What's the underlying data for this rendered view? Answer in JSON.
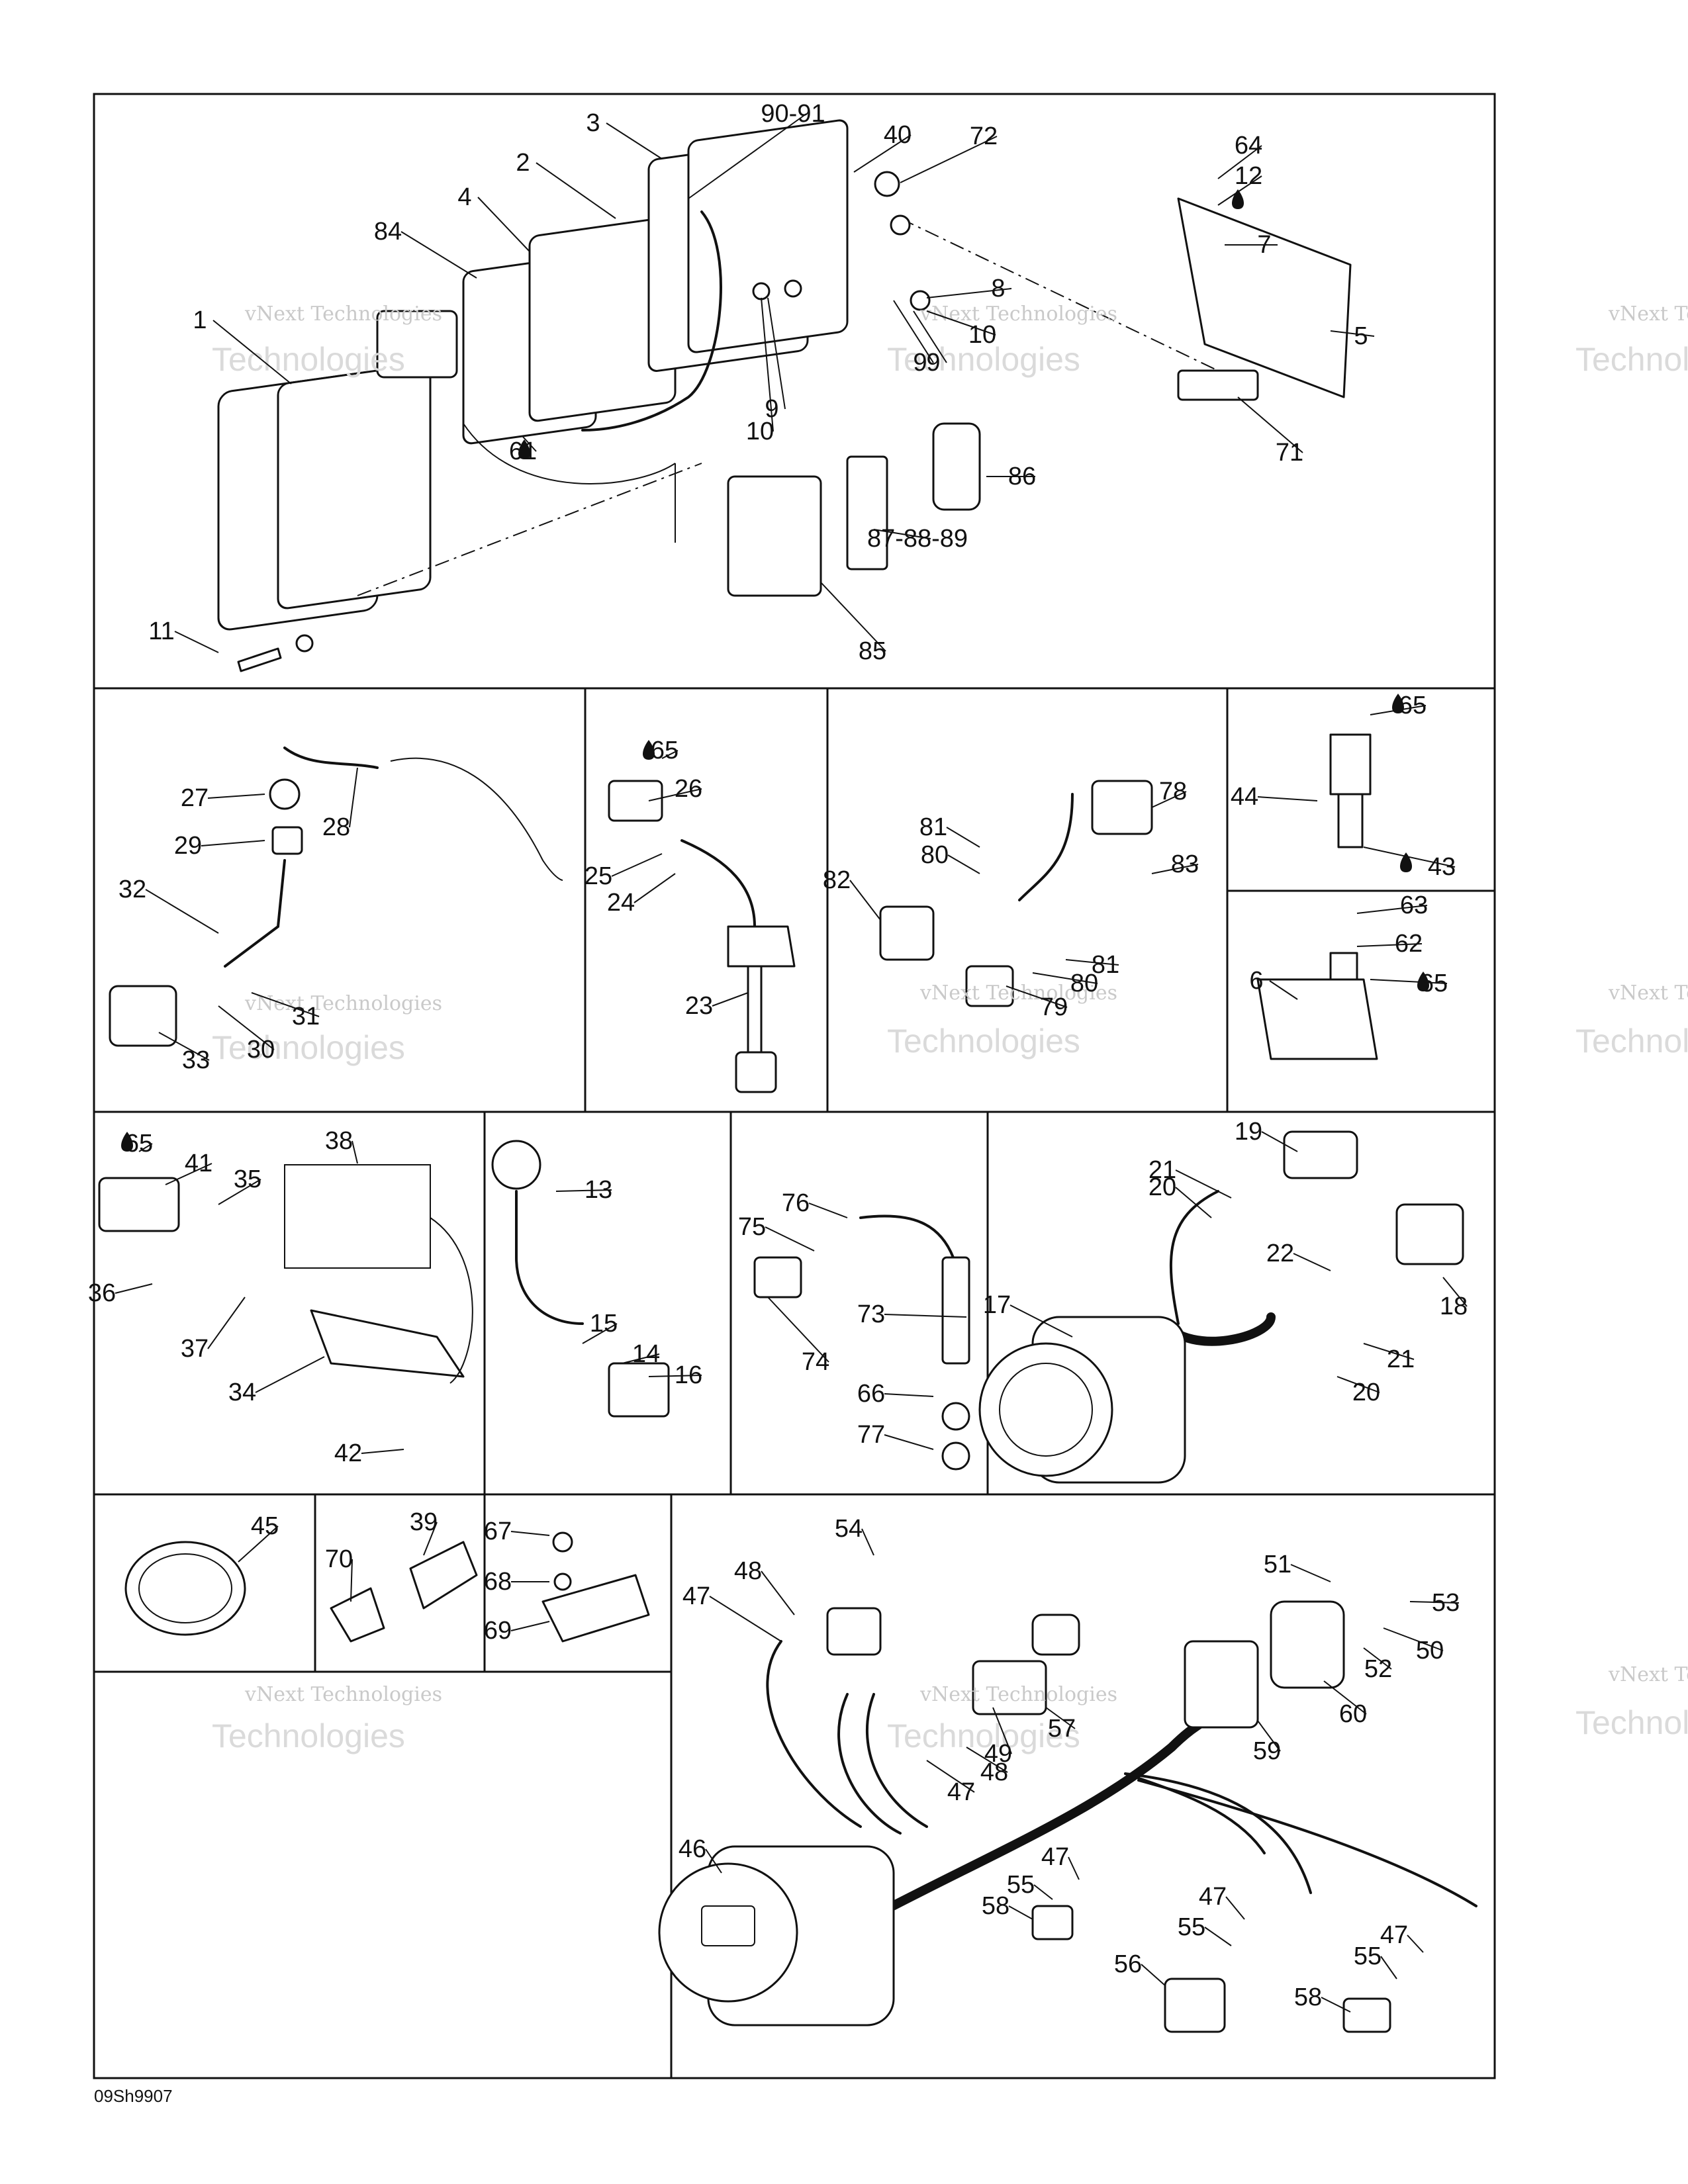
{
  "callouts": [
    "90-91",
    "40",
    "72",
    "3",
    "2",
    "4",
    "84",
    "1",
    "9",
    "11",
    "10",
    "9",
    "61",
    "64",
    "12",
    "7",
    "5",
    "71",
    "8",
    "10",
    "9",
    "86",
    "87-88-89",
    "85",
    "27",
    "28",
    "29",
    "32",
    "31",
    "30",
    "33",
    "65",
    "26",
    "25",
    "24",
    "23",
    "81",
    "80",
    "78",
    "83",
    "82",
    "81",
    "80",
    "79",
    "65",
    "44",
    "43",
    "63",
    "62",
    "65",
    "6",
    "65",
    "41",
    "38",
    "35",
    "36",
    "37",
    "34",
    "42",
    "13",
    "15",
    "14",
    "16",
    "76",
    "75",
    "73",
    "74",
    "66",
    "77",
    "19",
    "21",
    "20",
    "22",
    "18",
    "17",
    "21",
    "20",
    "45",
    "39",
    "70",
    "67",
    "68",
    "69",
    "54",
    "48",
    "47",
    "51",
    "53",
    "52",
    "50",
    "60",
    "57",
    "59",
    "49",
    "48",
    "47",
    "46",
    "47",
    "55",
    "58",
    "47",
    "55",
    "56",
    "47",
    "55",
    "58"
  ],
  "diagram_code": "09Sh9907",
  "watermark": {
    "line1": "vNext Technologies",
    "line2": "Technologies"
  }
}
